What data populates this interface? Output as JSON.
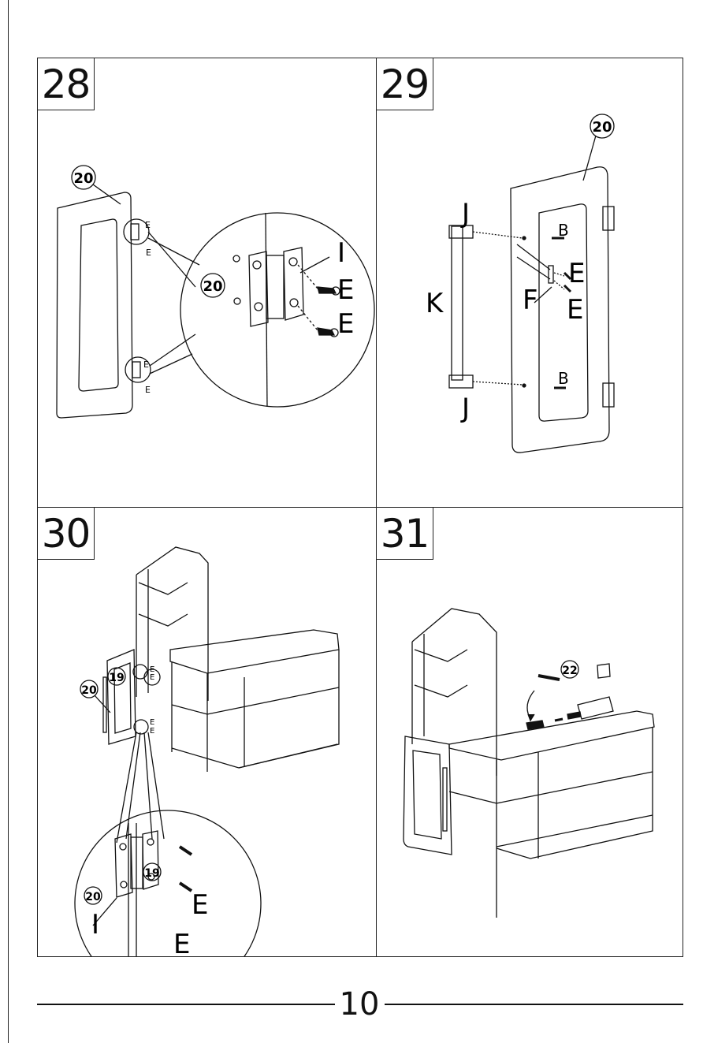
{
  "steps": [
    {
      "number": "28",
      "labels": {
        "part": "20",
        "screw_a": "E",
        "screw_b": "E",
        "hinge": "I",
        "small_e1": "E",
        "small_e2": "E",
        "small_e3": "E",
        "small_e4": "E"
      }
    },
    {
      "number": "29",
      "labels": {
        "part": "20",
        "bracket_top": "J",
        "bracket_bottom": "J",
        "handle": "K",
        "screw_b_top": "B",
        "screw_b_bottom": "B",
        "plate": "F",
        "screw_e1": "E",
        "screw_e2": "E"
      }
    },
    {
      "number": "30",
      "labels": {
        "door": "20",
        "shelf": "19",
        "detail_door": "20",
        "detail_shelf": "19",
        "hinge": "I",
        "screw_a": "E",
        "screw_b": "E",
        "small_e1": "E",
        "small_e2": "E",
        "small_e3": "E",
        "small_e4": "E"
      }
    },
    {
      "number": "31",
      "labels": {
        "part": "22"
      }
    }
  ],
  "page_number": "10"
}
